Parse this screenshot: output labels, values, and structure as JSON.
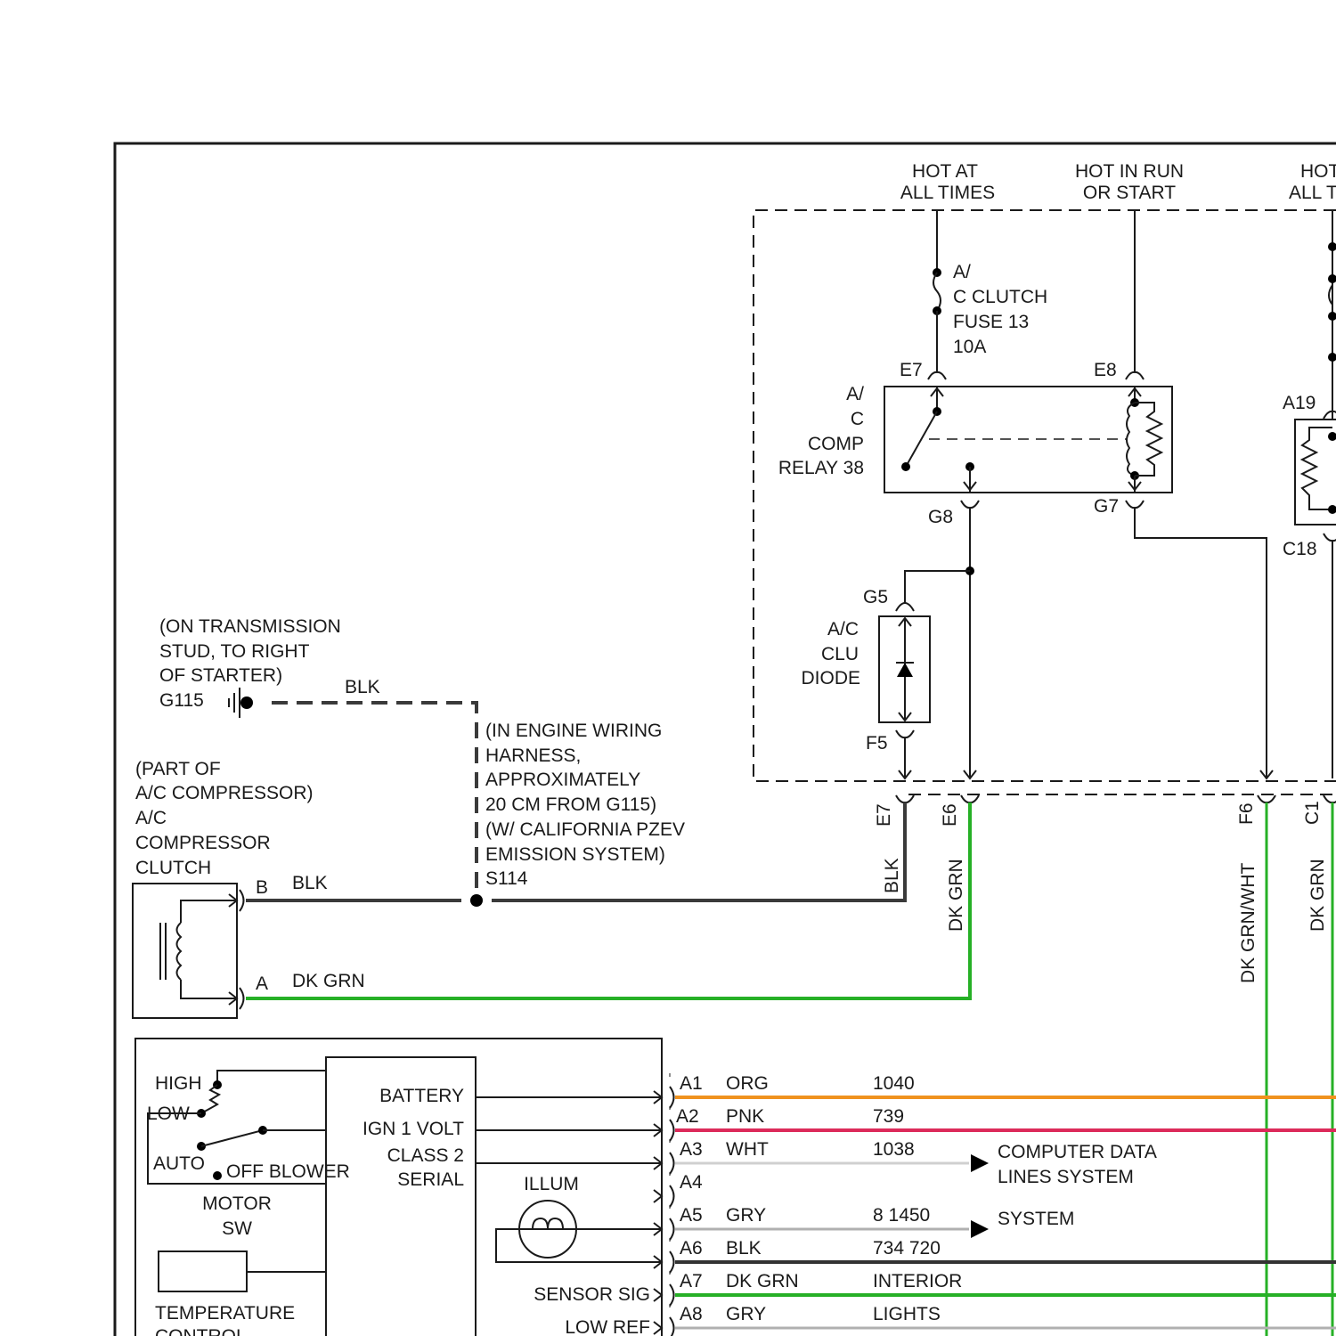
{
  "power": {
    "hot_at_all_times": [
      "HOT AT",
      "ALL TIMES"
    ],
    "hot_in_run": [
      "HOT IN RUN",
      "OR START"
    ],
    "hot_all_partial": [
      "HOT",
      "ALL T"
    ]
  },
  "fuse": {
    "lines": [
      "A/",
      "C CLUTCH",
      "FUSE 13",
      "10A"
    ]
  },
  "relay": {
    "lines": [
      "A/",
      "C",
      "COMP",
      "RELAY 38"
    ]
  },
  "diode": {
    "lines": [
      "A/C",
      "CLU",
      "DIODE"
    ]
  },
  "connectors": {
    "e7_top": "E7",
    "e8": "E8",
    "g8": "G8",
    "g7": "G7",
    "g5": "G5",
    "f5": "F5",
    "a19": "A19",
    "c18": "C18",
    "e7_bottom": "E7",
    "e6": "E6",
    "f6": "F6",
    "c1": "C1"
  },
  "wires": {
    "blk_vertical": "BLK",
    "dkgrn_vertical": "DK GRN",
    "dkgrnwht_vertical": "DK GRN/WHT",
    "dkgrn_vertical_right": "DK GRN",
    "blk_ground": "BLK",
    "blk_clutch": "BLK",
    "dkgrn_clutch": "DK GRN"
  },
  "ground": {
    "lines": [
      "(ON TRANSMISSION",
      "STUD, TO RIGHT",
      "OF STARTER)",
      "G115"
    ]
  },
  "splice": {
    "lines": [
      "(IN ENGINE WIRING",
      "HARNESS,",
      "APPROXIMATELY",
      "20 CM FROM G115)",
      "(W/ CALIFORNIA PZEV",
      "EMISSION SYSTEM)",
      "S114"
    ]
  },
  "compressor": {
    "lines": [
      "(PART OF",
      "A/C COMPRESSOR)",
      "A/C",
      "COMPRESSOR",
      "CLUTCH"
    ],
    "pin_b": "B",
    "pin_a": "A"
  },
  "control": {
    "high": "HIGH",
    "low": "LOW",
    "auto": "AUTO",
    "off_blower": "OFF BLOWER",
    "motor_sw": [
      "MOTOR",
      "SW"
    ],
    "temperature_control": [
      "TEMPERATURE",
      "CONTROL"
    ],
    "battery": "BATTERY",
    "ign": "IGN 1 VOLT",
    "class2": [
      "CLASS 2",
      "SERIAL"
    ],
    "illum": "ILLUM",
    "sensor_sig": "SENSOR SIG",
    "low_ref": "LOW REF"
  },
  "harness_rows": [
    {
      "pin": "A1",
      "color_name": "ORG",
      "circuit": "1040",
      "color": "#f0921e"
    },
    {
      "pin": "A2",
      "color_name": "PNK",
      "circuit": "739",
      "color": "#dc2a5a"
    },
    {
      "pin": "A3",
      "color_name": "WHT",
      "circuit": "1038",
      "color": "#d0d0d0"
    },
    {
      "pin": "A4",
      "color_name": "",
      "circuit": "",
      "color": ""
    },
    {
      "pin": "A5",
      "color_name": "GRY",
      "circuit": "8 1450",
      "color": "#b0b0b0"
    },
    {
      "pin": "A6",
      "color_name": "BLK",
      "circuit": "734 720",
      "color": "#333333"
    },
    {
      "pin": "A7",
      "color_name": "DK GRN",
      "circuit": "INTERIOR",
      "color": "#26b026"
    },
    {
      "pin": "A8",
      "color_name": "GRY",
      "circuit": "LIGHTS",
      "color": "#b0b0b0"
    }
  ],
  "references": {
    "computer_data": [
      "COMPUTER DATA",
      "LINES SYSTEM"
    ],
    "system": "SYSTEM"
  },
  "colors": {
    "dk_grn": "#26b026",
    "org": "#f0921e",
    "pnk": "#dc2a5a",
    "blk": "#333333"
  }
}
